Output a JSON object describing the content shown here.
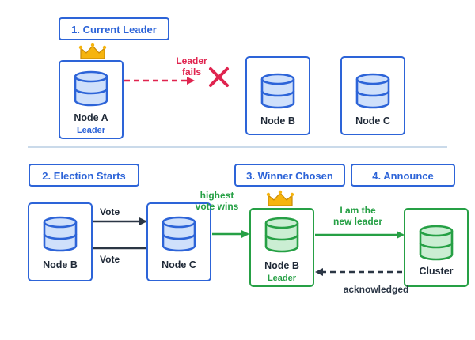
{
  "steps": {
    "step1": "1. Current Leader",
    "step2": "2. Election Starts",
    "step3": "3. Winner Chosen",
    "step4": "4. Announce"
  },
  "top_row": {
    "node_a": {
      "name": "Node A",
      "role": "Leader"
    },
    "node_b": {
      "name": "Node B"
    },
    "node_c": {
      "name": "Node C"
    },
    "failure_label_line1": "Leader",
    "failure_label_line2": "fails"
  },
  "bottom_row": {
    "node_b": {
      "name": "Node B"
    },
    "node_c": {
      "name": "Node C"
    },
    "winner": {
      "name": "Node B",
      "role": "Leader"
    },
    "cluster": {
      "name": "Cluster"
    },
    "vote_label_top": "Vote",
    "vote_label_bottom": "Vote",
    "wins_label_line1": "highest",
    "wins_label_line2": "vote wins",
    "announce_label_line1": "I am the",
    "announce_label_line2": "new leader",
    "ack_label": "acknowledged"
  },
  "colors": {
    "blue": "#2d64d8",
    "blue_fill": "#cfe0fb",
    "green": "#26a045",
    "green_fill": "#cbeed3",
    "red": "#e0244f",
    "crown": "#f6b40e",
    "dark": "#2b3645",
    "divider": "#b9cde3"
  }
}
